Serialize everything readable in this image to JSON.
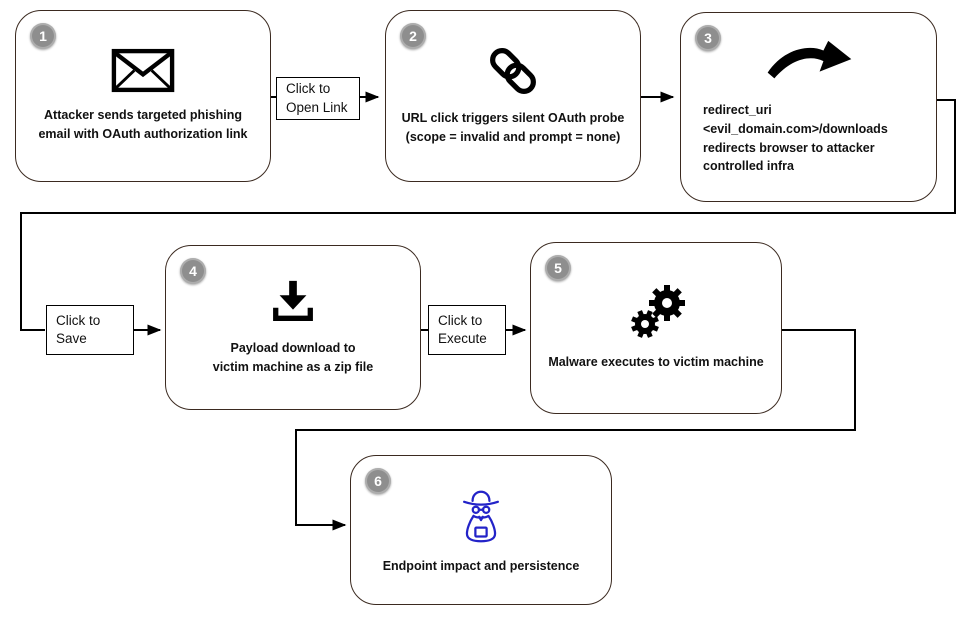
{
  "diagram": {
    "steps": [
      {
        "number": "1",
        "icon": "envelope-icon",
        "label": "Attacker sends targeted phishing\nemail with OAuth authorization link"
      },
      {
        "number": "2",
        "icon": "chain-link-icon",
        "label": "URL click triggers silent OAuth probe\n(scope = invalid and prompt = none)"
      },
      {
        "number": "3",
        "icon": "curved-arrow-icon",
        "label": "redirect_uri\n<evil_domain.com>/downloads\nredirects browser to attacker\ncontrolled infra"
      },
      {
        "number": "4",
        "icon": "download-icon",
        "label": "Payload download to\nvictim machine as a zip file"
      },
      {
        "number": "5",
        "icon": "gears-icon",
        "label": "Malware executes to victim machine"
      },
      {
        "number": "6",
        "icon": "spy-icon",
        "label": "Endpoint impact and persistence"
      }
    ],
    "connector_labels": [
      {
        "label": "Click to\nOpen Link"
      },
      {
        "label": "Click to\nSave"
      },
      {
        "label": "Click to\nExecute"
      }
    ],
    "colors": {
      "box_border": "#3b2a20",
      "badge": "#8e8e8e",
      "line": "#000000",
      "spy": "#2323c8"
    }
  }
}
